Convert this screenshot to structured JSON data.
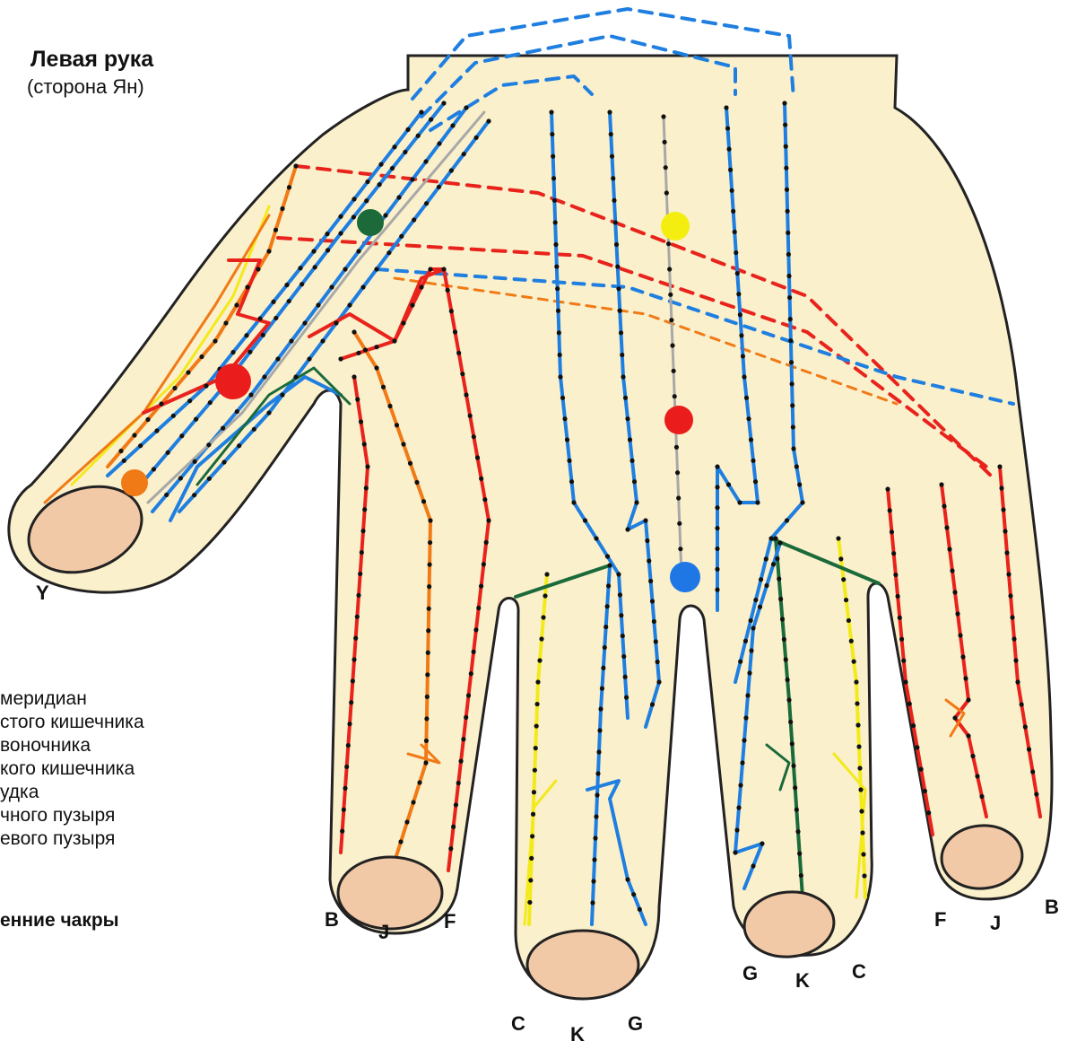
{
  "title": "Левая рука",
  "subtitle": "(сторона Ян)",
  "legend": {
    "items": [
      "меридиан",
      "стого кишечника",
      "воночника",
      "кого кишечника",
      "удка",
      "чного пузыря",
      "евого пузыря"
    ],
    "chakra_heading": "енние чакры"
  },
  "finger_labels": {
    "thumb": "Y",
    "index": [
      "B",
      "J",
      "F"
    ],
    "middle": [
      "C",
      "K",
      "G"
    ],
    "ring": [
      "G",
      "K",
      "C"
    ],
    "little": [
      "F",
      "J",
      "B"
    ]
  },
  "colors": {
    "skin": "#fbf0cc",
    "nail": "#f2c9a6",
    "outline": "#222222",
    "blue": "#1f7fe0",
    "red": "#e8231c",
    "orange": "#f07a16",
    "yellow": "#f2ea1a",
    "green": "#1a6a3a",
    "gray": "#a8a8a8",
    "chakra_yellow": "#f4ee10",
    "chakra_red": "#ea1c1c",
    "chakra_blue": "#1f77e6",
    "chakra_green": "#1c6a3a",
    "chakra_orange": "#f07a16"
  }
}
